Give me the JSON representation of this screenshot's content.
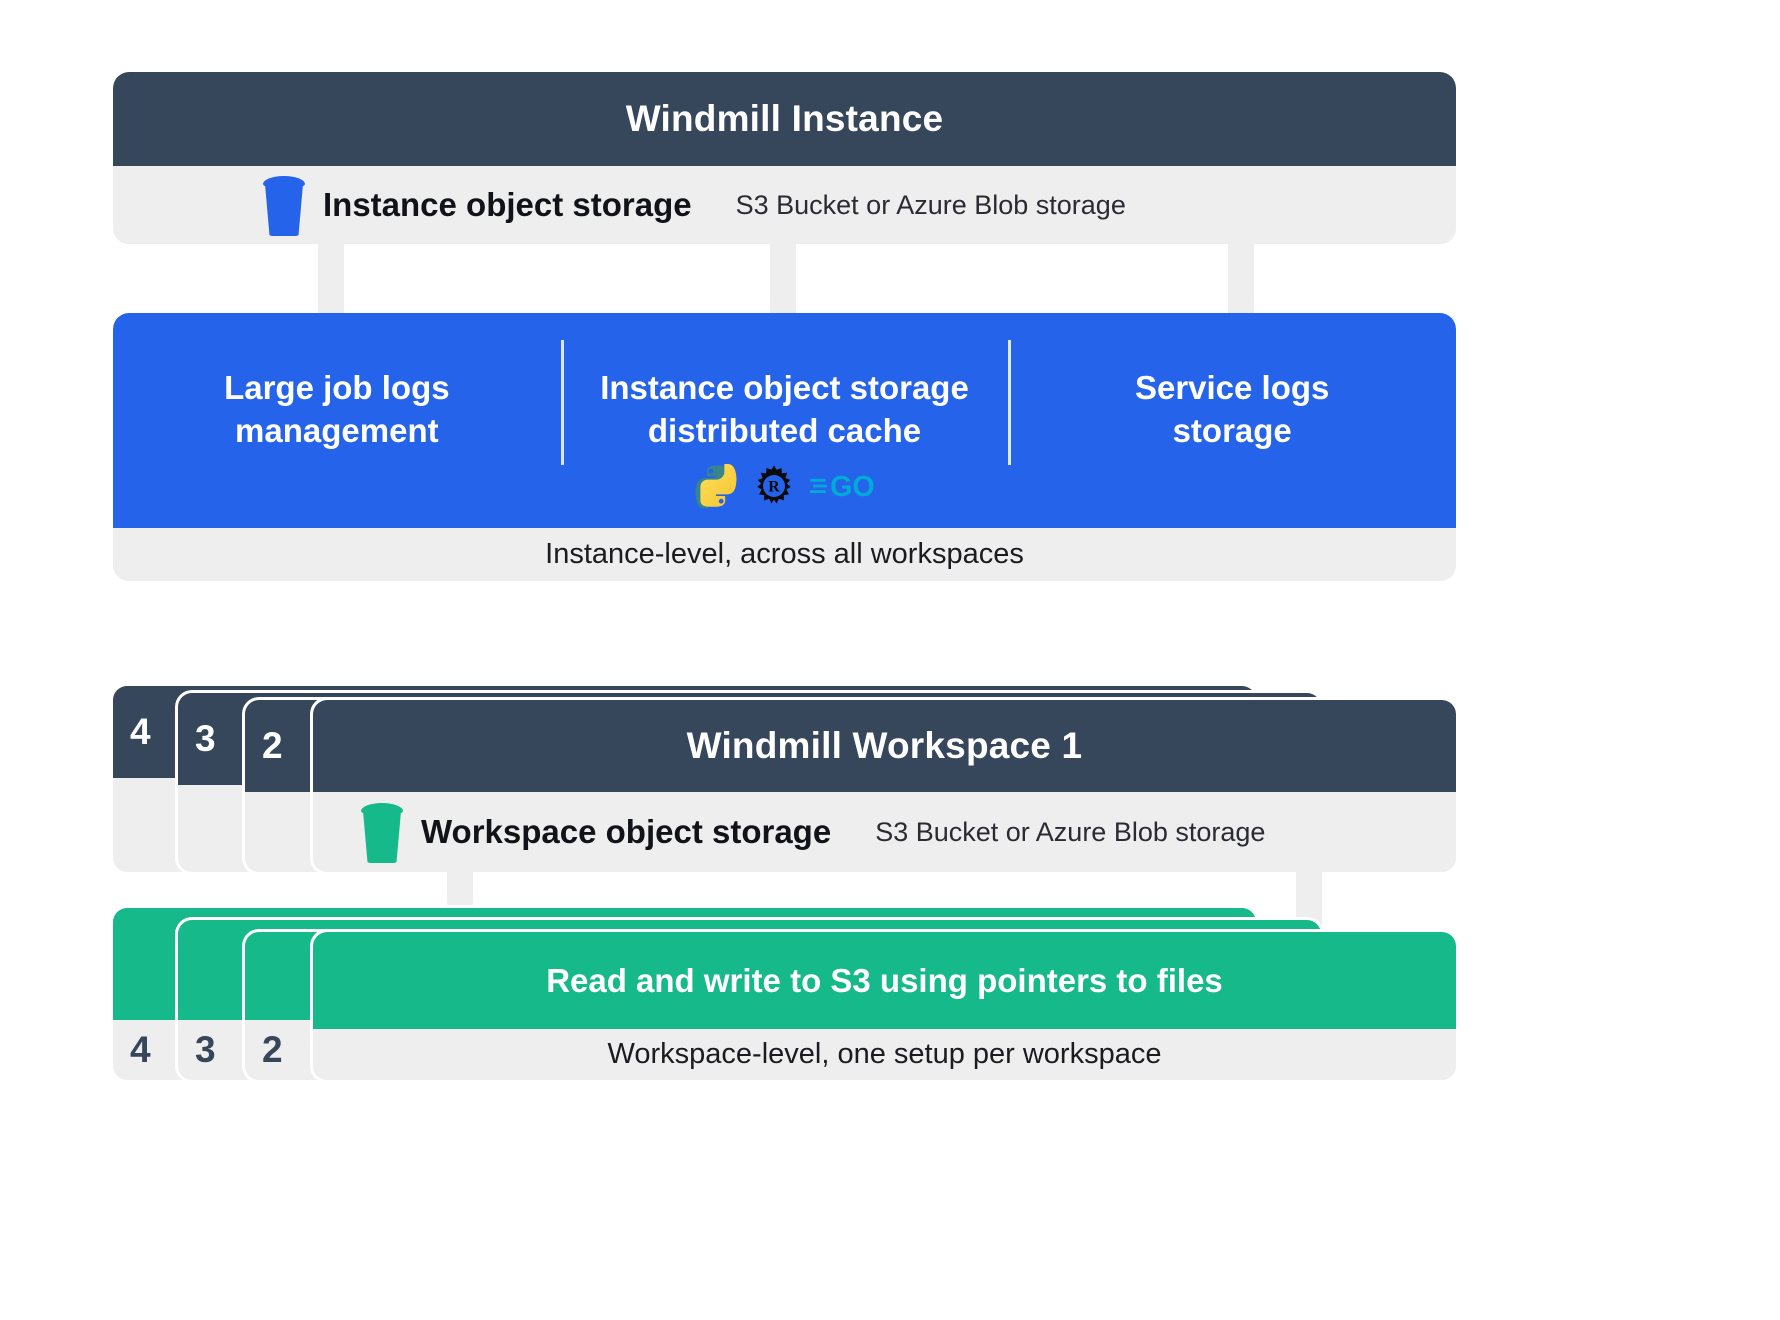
{
  "instance": {
    "title": "Windmill Instance",
    "storage": {
      "icon": "blue-bucket-icon",
      "label": "Instance object storage",
      "detail": "S3 Bucket or Azure Blob storage",
      "color": "#2563eb"
    },
    "features": [
      {
        "title": "Large job logs\nmanagement",
        "logos": []
      },
      {
        "title": "Instance object storage\ndistributed cache",
        "logos": [
          "python-logo",
          "rust-logo",
          "go-logo"
        ]
      },
      {
        "title": "Service logs\nstorage",
        "logos": []
      }
    ],
    "footer": "Instance-level, across all workspaces",
    "accent": "#2563eb",
    "header_color": "#36465b"
  },
  "workspace": {
    "title": "Windmill Workspace 1",
    "stack_numbers": [
      "4",
      "3",
      "2"
    ],
    "storage": {
      "icon": "green-bucket-icon",
      "label": "Workspace object storage",
      "detail": "S3 Bucket or Azure Blob storage",
      "color": "#16b989"
    },
    "banner": "Read and write to S3 using pointers to files",
    "footer": "Workspace-level, one setup per workspace",
    "accent": "#16b989",
    "header_color": "#36465b"
  },
  "colors": {
    "dark": "#36465b",
    "grey_band": "#eeeeee",
    "blue": "#2563eb",
    "green": "#16b989",
    "page_bg": "#ffffff"
  }
}
